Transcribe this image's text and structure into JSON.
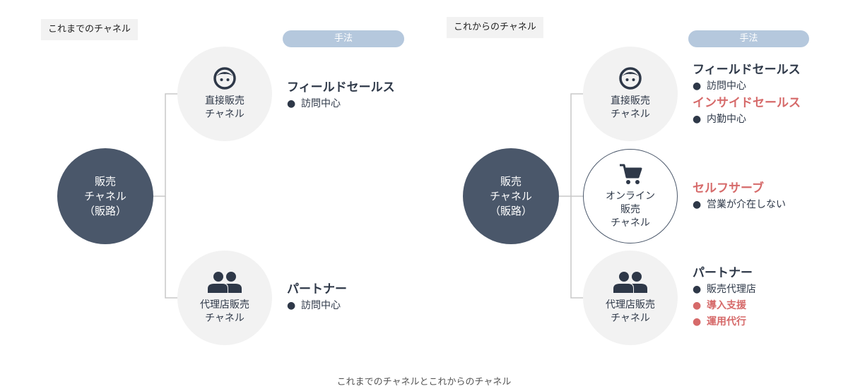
{
  "left": {
    "tag": "これまでのチャネル",
    "method_header": "手法",
    "hub": [
      "販売",
      "チャネル",
      "（販路）"
    ],
    "nodes": [
      {
        "icon": "person-icon",
        "label": [
          "直接販売",
          "チャネル"
        ]
      },
      {
        "icon": "group-icon",
        "label": [
          "代理店販売",
          "チャネル"
        ]
      }
    ],
    "methods": [
      {
        "title": "フィールドセールス",
        "items": [
          "訪問中心"
        ]
      },
      {
        "title": "パートナー",
        "items": [
          "訪問中心"
        ]
      }
    ]
  },
  "right": {
    "tag": "これからのチャネル",
    "method_header": "手法",
    "hub": [
      "販売",
      "チャネル",
      "（販路）"
    ],
    "nodes": [
      {
        "icon": "person-icon",
        "label": [
          "直接販売",
          "チャネル"
        ]
      },
      {
        "icon": "cart-icon",
        "label": [
          "オンライン",
          "販売",
          "チャネル"
        ]
      },
      {
        "icon": "group-icon",
        "label": [
          "代理店販売",
          "チャネル"
        ]
      }
    ],
    "methods": {
      "direct": [
        {
          "title": "フィールドセールス",
          "title_color": "#2e3848",
          "items": [
            "訪問中心"
          ]
        },
        {
          "title": "インサイドセールス",
          "title_color": "#d66a6a",
          "items": [
            "内勤中心"
          ]
        }
      ],
      "online": {
        "title": "セルフサーブ",
        "title_color": "#d66a6a",
        "items": [
          "営業が介在しない"
        ]
      },
      "partner": {
        "title": "パートナー",
        "title_color": "#2e3848",
        "items": [
          "販売代理店",
          "導入支援",
          "運用代行"
        ],
        "highlighted_items": [
          "導入支援",
          "運用代行"
        ]
      }
    }
  },
  "bullet": "●",
  "caption": "これまでのチャネルとこれからのチャネル",
  "colors": {
    "hub": "#4a576a",
    "node": "#f2f2f2",
    "pill": "#b5c8dd",
    "accent": "#d66a6a",
    "text": "#2e3848"
  }
}
